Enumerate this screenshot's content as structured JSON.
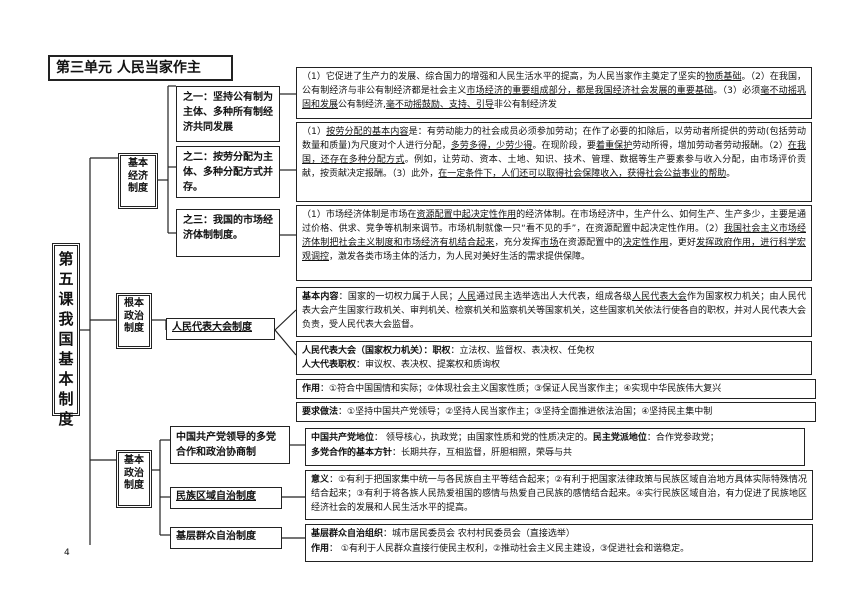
{
  "unit_title": "第三单元 人民当家作主",
  "lesson_title": "第五课 我国基本制度",
  "page_number": "4",
  "economic": {
    "label": "基本经济制度",
    "items": [
      {
        "label": "之一：坚持公有制为主体、多种所有制经济共同发展",
        "p1": "（1）它促进了生产力的发展、综合国力的增强和人民生活水平的提高，为人民当家作主奠定了坚实的",
        "p1u": "物质基础",
        "p2": "。（2）在我国，公有制经济与非公有制经济都是社会主义",
        "p2u": "市场经济的重要组成部分，都是我国经济社会发展的重要基础",
        "p3": "。（3）必须",
        "p3u": "毫不动摇巩固和发展",
        "p4": "公有制经济,",
        "p4u": "毫不动摇鼓励、支持、引导",
        "p5": "非公有制经济发"
      },
      {
        "label": "之二：按劳分配为主体、多种分配方式并存。",
        "p1u": "按劳分配的基本内容",
        "p1": "是：有劳动能力的社会成员必须参加劳动；在作了必要的扣除后，以劳动者所提供的劳动(包括劳动数量和质量)为尺度对个人进行分配，",
        "p2u": "多劳多得，少劳少得",
        "p2": "。在现阶段，要",
        "p3u": "着重保护",
        "p3": "劳动所得，增加劳动者劳动报酬。（2）",
        "p4u": "在我国，还存在多种分配方式",
        "p4": "。例如，让劳动、资本、土地、知识、技术、管理、数据等生产要素参与收入分配，由市场评价贡献，按贡献决定报酬。（3）此外，",
        "p5u": "在一定条件下，人们还可以取得社会保障收入，获得社会公益事业的帮助",
        "p5": "。"
      },
      {
        "label": "之三：我国的市场经济体制制度。",
        "p1": "（1）市场经济体制是市场在",
        "p1u": "资源配置中起决定性作用",
        "p2": "的经济体制。在市场经济中，生产什么、如何生产、生产多少，主要是通过价格、供求、竞争等机制来调节。市场机制就像一只“看不见的手”，在资源配置中起决定性作用。（2）",
        "p2u": "我国社会主义市场经济体制把社会主义制度和市场经济有机结合起来",
        "p3": "，充分发挥",
        "p3u": "市场",
        "p4": "在资源配置中的",
        "p4u": "决定性作用",
        "p5": "，更好",
        "p5u": "发挥政府作用，进行科学宏观调控",
        "p6": "，激发各类市场主体的活力，为人民对美好生活的需求提供保障。"
      }
    ]
  },
  "political": {
    "label": "根本政治制度",
    "item_label": "人民代表大会制度",
    "content_label": "基本内容",
    "content_a": "：国家的一切权力属于人民；",
    "content_u1": "人民",
    "content_b": "通过民主选举选出人大代表，组成各级",
    "content_u2": "人民代表大会",
    "content_c": "作为国家权力机关；由人民代表大会产生国家行政机关、审判机关、检察机关和监察机关等国家机关，这些国家机关依法行使各自的职权，并对人民代表大会负责，受人民代表大会监督。",
    "npc_label": "人民代表大会（国家权力机关）：职权",
    "npc_text": "：立法权、监督权、表决权、任免权",
    "deputy_label": "人大代表职权",
    "deputy_text": "：审议权、表决权、提案权和质询权",
    "role_label": "作用",
    "role_text": "：①符合中国国情和实际；②体现社会主义国家性质；③保证人民当家作主；④实现中华民族伟大复兴",
    "req_label": "要求做法",
    "req_text": "：①坚持中国共产党领导；②坚持人民当家作主；③坚持全面推进依法治国；④坚持民主集中制"
  },
  "basic_political": {
    "label": "基本政治制度",
    "items": [
      {
        "label": "中国共产党领导的多党合作和政治协商制",
        "l1b": "中国共产党地位",
        "l1": "： 领导核心，执政党；由国家性质和党的性质决定的。",
        "l1b2": "民主党派地位",
        "l1c": "：合作党参政党；",
        "l2b": "多党合作的基本方针",
        "l2": "：长期共存，互相监督，肝胆相照，荣辱与共"
      },
      {
        "label": "民族区域自治制度",
        "mb": "意义",
        "m1": "：①有利于把国家集中统一与各民族自主平等结合起来；②有利于把国家法律政策与民族区域自治地方具体实际特殊情况结合起来；③有利于将各族人民热爱祖国的感情与热爱自己民族的感情结合起来。④实行民族区域自治，有力促进了民族地区经济社会的发展和人民生活水平的提高。"
      },
      {
        "label": "基层群众自治制度",
        "org_b": "基层群众自治组织",
        "org": "：城市居民委员会 农村村民委员会（直接选举）",
        "role_b": "作用",
        "role": "： ①有利于人民群众直接行使民主权利，②推动社会主义民主建设，③促进社会和谐稳定。"
      }
    ]
  }
}
